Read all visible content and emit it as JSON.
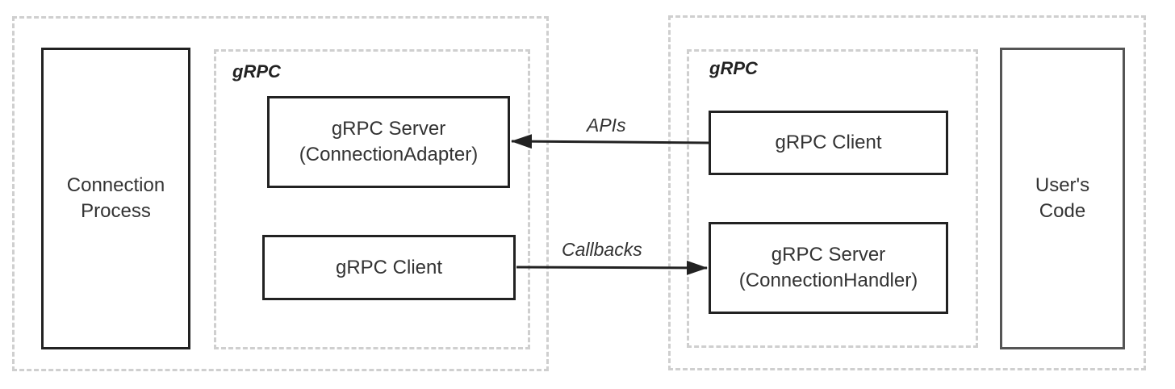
{
  "left_group": {
    "process_box": "Connection\nProcess",
    "grpc_label": "gRPC",
    "server_box": "gRPC Server\n(ConnectionAdapter)",
    "client_box": "gRPC Client"
  },
  "right_group": {
    "grpc_label": "gRPC",
    "client_box": "gRPC Client",
    "server_box": "gRPC Server\n(ConnectionHandler)",
    "user_box": "User's\nCode"
  },
  "edges": {
    "apis_label": "APIs",
    "callbacks_label": "Callbacks"
  },
  "colors": {
    "dashed_border": "#cfcfcf",
    "box_border": "#222222",
    "arrow": "#222222"
  }
}
